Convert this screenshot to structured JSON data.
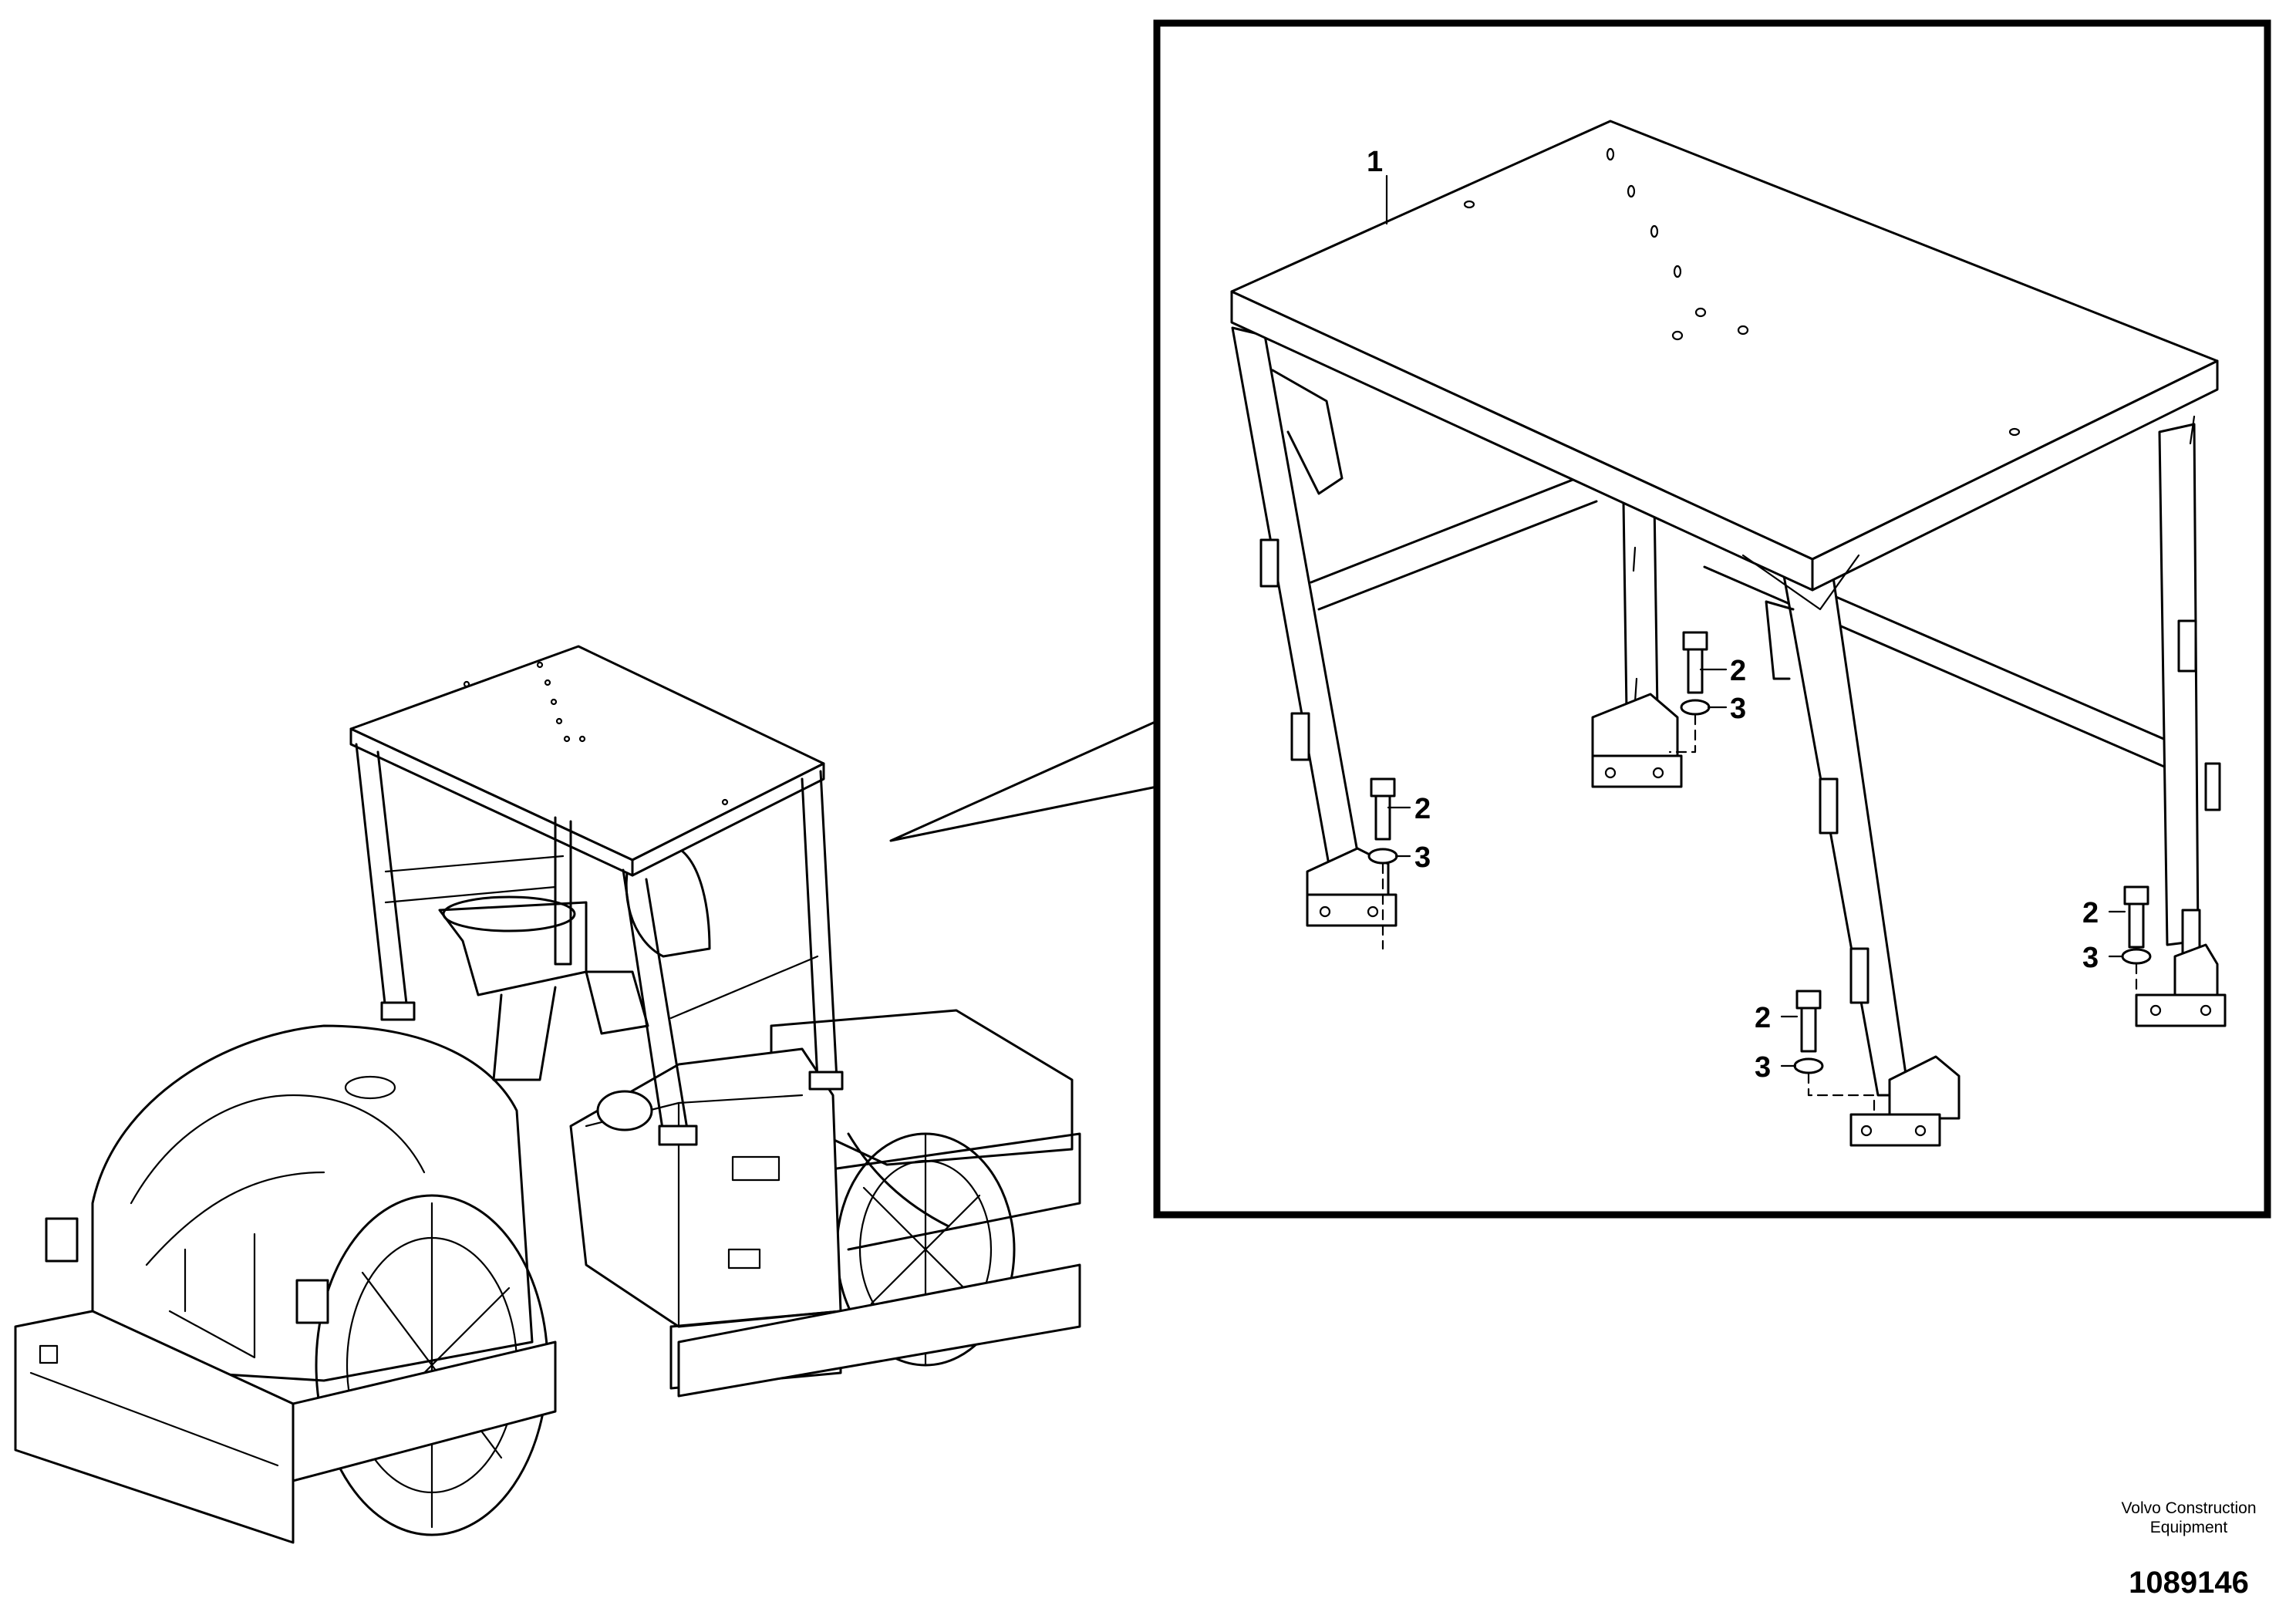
{
  "callouts": {
    "frame": "1",
    "bolt": "2",
    "washer": "3"
  },
  "footer": {
    "brand": "Volvo Construction Equipment",
    "part_number": "1089146"
  },
  "colors": {
    "line": "#000000",
    "background": "#ffffff"
  }
}
